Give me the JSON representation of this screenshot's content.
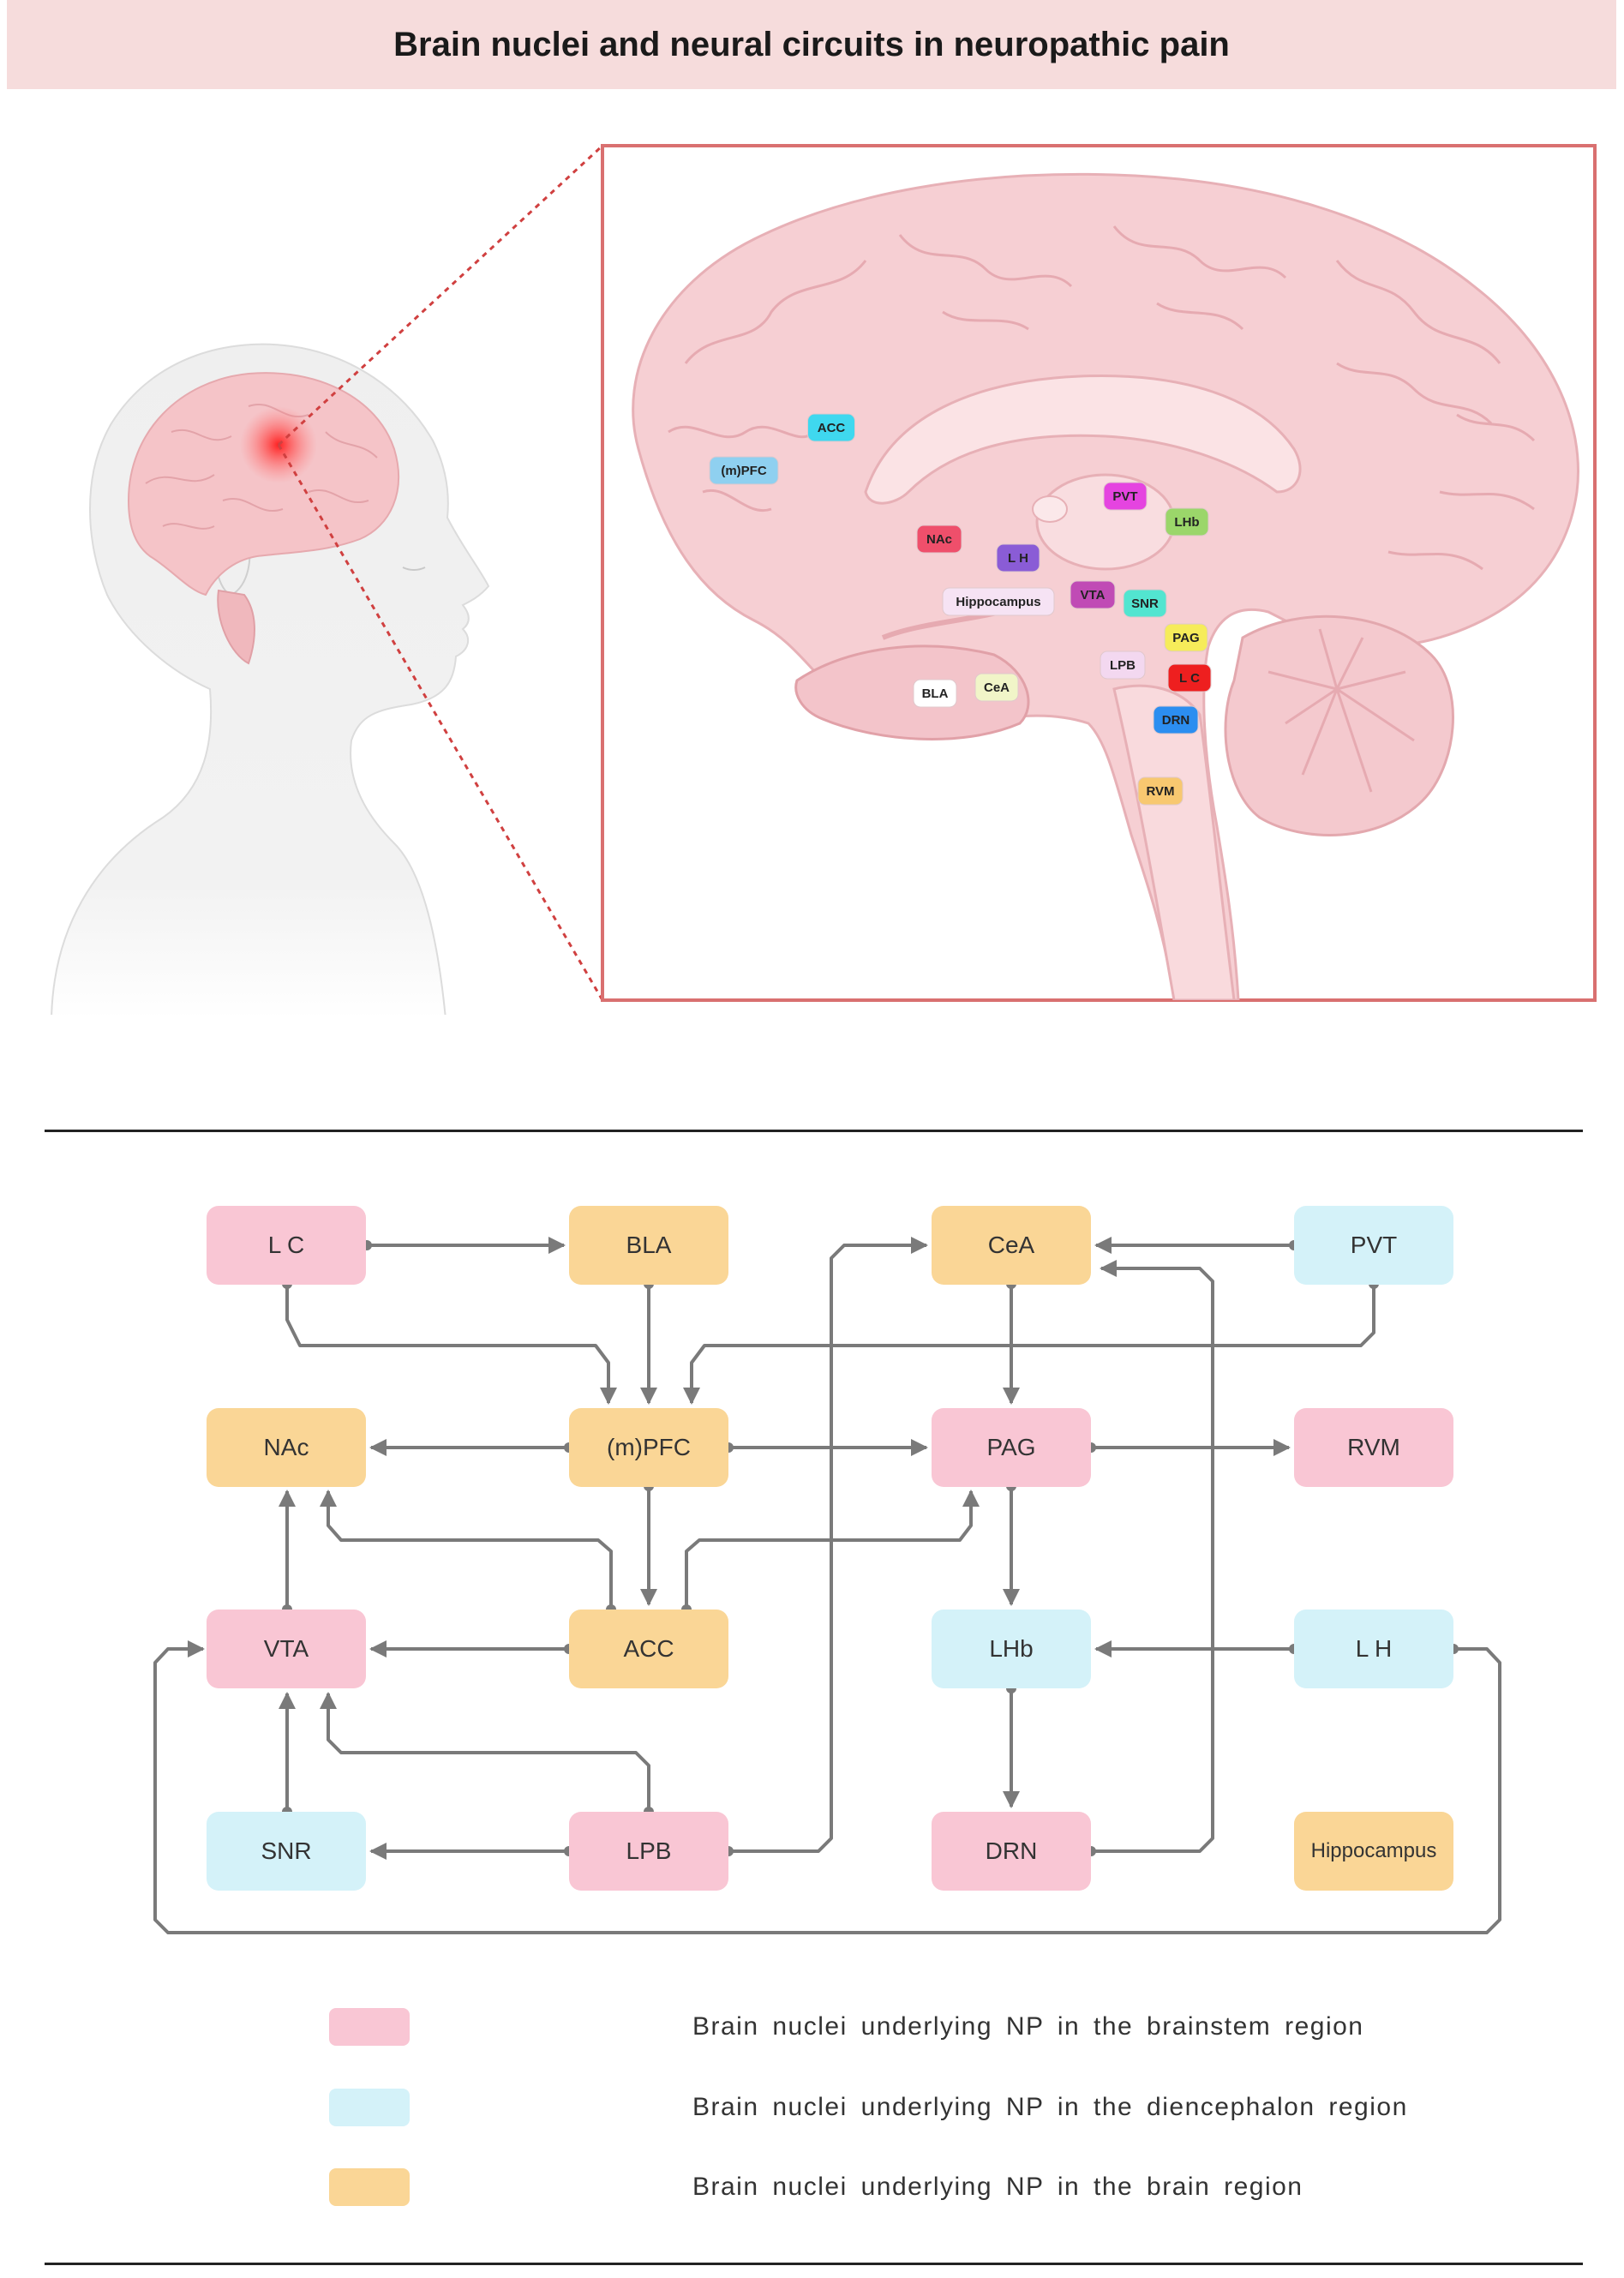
{
  "title": "Brain nuclei and neural circuits in neuropathic pain",
  "colors": {
    "brainstem": "#f9c6d4",
    "diencephalon": "#d4f2f9",
    "brain": "#fad696",
    "arrow": "#7a7a7a",
    "banner": "#f6dcdc",
    "frame": "#d97070"
  },
  "brain_labels": [
    {
      "id": "ACC",
      "text": "ACC",
      "color": "#3fd8ef"
    },
    {
      "id": "mPFC",
      "text": "(m)PFC",
      "color": "#8fd0f0"
    },
    {
      "id": "PVT",
      "text": "PVT",
      "color": "#e544e0"
    },
    {
      "id": "LHb",
      "text": "LHb",
      "color": "#9bd66a"
    },
    {
      "id": "NAc",
      "text": "NAc",
      "color": "#ef4f6b"
    },
    {
      "id": "LH",
      "text": "L H",
      "color": "#8a5cd6"
    },
    {
      "id": "Hippocampus",
      "text": "Hippocampus",
      "color": "#f6e3f4"
    },
    {
      "id": "VTA",
      "text": "VTA",
      "color": "#c04bb5"
    },
    {
      "id": "SNR",
      "text": "SNR",
      "color": "#52e5d0"
    },
    {
      "id": "PAG",
      "text": "PAG",
      "color": "#f6ec5a"
    },
    {
      "id": "LPB",
      "text": "LPB",
      "color": "#f3d8f0"
    },
    {
      "id": "LC",
      "text": "L C",
      "color": "#ee1f1f"
    },
    {
      "id": "BLA",
      "text": "BLA",
      "color": "#ffffff"
    },
    {
      "id": "CeA",
      "text": "CeA",
      "color": "#f1f5c8"
    },
    {
      "id": "DRN",
      "text": "DRN",
      "color": "#2c8ef0"
    },
    {
      "id": "RVM",
      "text": "RVM",
      "color": "#f8c870"
    }
  ],
  "nodes": [
    {
      "id": "LC",
      "label": "L C",
      "group": "brainstem"
    },
    {
      "id": "BLA",
      "label": "BLA",
      "group": "brain"
    },
    {
      "id": "CeA",
      "label": "CeA",
      "group": "brain"
    },
    {
      "id": "PVT",
      "label": "PVT",
      "group": "diencephalon"
    },
    {
      "id": "NAc",
      "label": "NAc",
      "group": "brain"
    },
    {
      "id": "mPFC",
      "label": "(m)PFC",
      "group": "brain"
    },
    {
      "id": "PAG",
      "label": "PAG",
      "group": "brainstem"
    },
    {
      "id": "RVM",
      "label": "RVM",
      "group": "brainstem"
    },
    {
      "id": "VTA",
      "label": "VTA",
      "group": "brainstem"
    },
    {
      "id": "ACC",
      "label": "ACC",
      "group": "brain"
    },
    {
      "id": "LHb",
      "label": "LHb",
      "group": "diencephalon"
    },
    {
      "id": "LH",
      "label": "L H",
      "group": "diencephalon"
    },
    {
      "id": "SNR",
      "label": "SNR",
      "group": "diencephalon"
    },
    {
      "id": "LPB",
      "label": "LPB",
      "group": "brainstem"
    },
    {
      "id": "DRN",
      "label": "DRN",
      "group": "brainstem"
    },
    {
      "id": "Hippocampus",
      "label": "Hippocampus",
      "group": "brain"
    }
  ],
  "edges": [
    {
      "from": "LC",
      "to": "BLA"
    },
    {
      "from": "LC",
      "to": "mPFC"
    },
    {
      "from": "BLA",
      "to": "mPFC"
    },
    {
      "from": "PVT",
      "to": "CeA"
    },
    {
      "from": "PVT",
      "to": "mPFC"
    },
    {
      "from": "CeA",
      "to": "PAG"
    },
    {
      "from": "mPFC",
      "to": "NAc"
    },
    {
      "from": "mPFC",
      "to": "PAG"
    },
    {
      "from": "mPFC",
      "to": "ACC"
    },
    {
      "from": "PAG",
      "to": "RVM"
    },
    {
      "from": "PAG",
      "to": "LHb"
    },
    {
      "from": "ACC",
      "to": "NAc"
    },
    {
      "from": "ACC",
      "to": "PAG"
    },
    {
      "from": "ACC",
      "to": "VTA"
    },
    {
      "from": "VTA",
      "to": "NAc"
    },
    {
      "from": "LH",
      "to": "LHb"
    },
    {
      "from": "LH",
      "to": "VTA"
    },
    {
      "from": "LHb",
      "to": "DRN"
    },
    {
      "from": "SNR",
      "to": "VTA"
    },
    {
      "from": "LPB",
      "to": "SNR"
    },
    {
      "from": "LPB",
      "to": "VTA"
    },
    {
      "from": "LPB",
      "to": "CeA"
    },
    {
      "from": "DRN",
      "to": "CeA"
    }
  ],
  "legend": [
    {
      "group": "brainstem",
      "text": "Brain nuclei underlying NP in the brainstem region"
    },
    {
      "group": "diencephalon",
      "text": "Brain nuclei underlying NP in the diencephalon region"
    },
    {
      "group": "brain",
      "text": "Brain nuclei underlying NP in the brain region"
    }
  ]
}
